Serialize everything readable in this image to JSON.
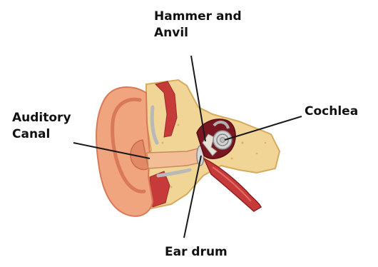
{
  "labels": {
    "hammer_anvil_line1": "Hammer and",
    "hammer_anvil_line2": "Anvil",
    "auditory_canal_line1": "Auditory",
    "auditory_canal_line2": "Canal",
    "cochlea": "Cochlea",
    "ear_drum": "Ear drum"
  },
  "colors": {
    "skin": "#f0a57f",
    "skin_shadow": "#d9795a",
    "bone": "#f1d596",
    "bone_edge": "#d6ab5e",
    "muscle_red": "#c73a3a",
    "dark_red": "#7a1620",
    "cochlea_gray": "#c9c9c9",
    "leader_line": "#1a1a1a",
    "text": "#111111"
  }
}
